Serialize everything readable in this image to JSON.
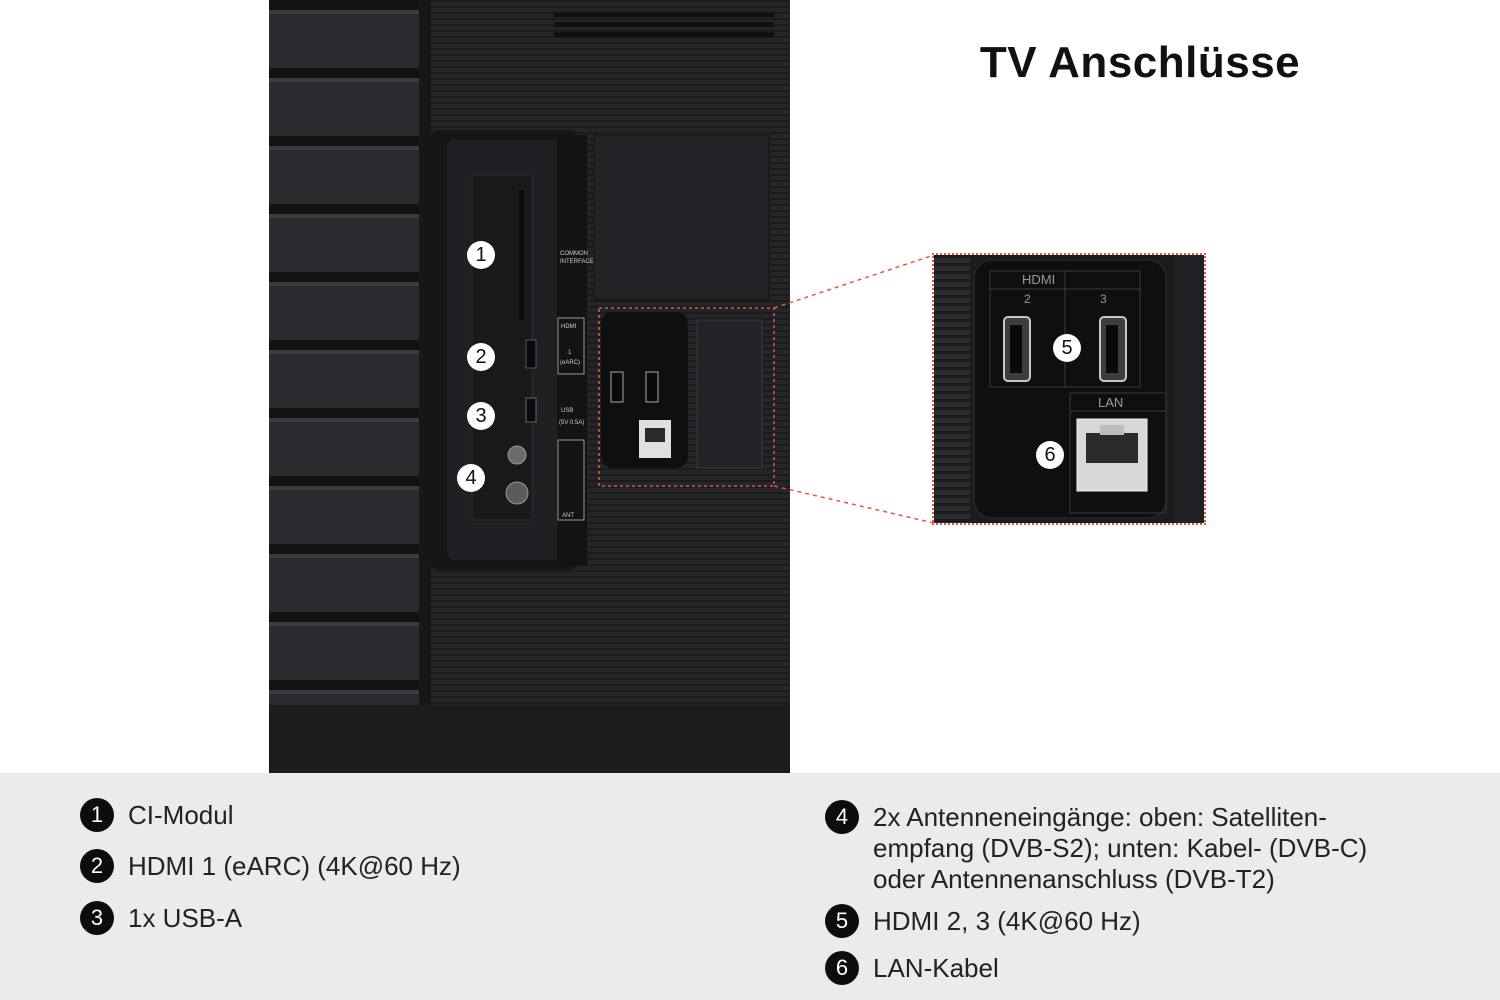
{
  "title": "TV Anschlüsse",
  "photo_markers": [
    "1",
    "2",
    "3",
    "4"
  ],
  "zoom_markers": [
    "5",
    "6"
  ],
  "port_panel_labels": {
    "common_interface": "COMMON INTERFACE",
    "hdmi1": "HDMI",
    "hdmi1_num": "1",
    "earc": "(eARC)",
    "usb": "USB",
    "usb_power": "(5V 0.5A)",
    "ant": "ANT"
  },
  "zoom_labels": {
    "hdmi": "HDMI",
    "hdmi2": "2",
    "hdmi3": "3",
    "lan": "LAN"
  },
  "legend": [
    {
      "num": "1",
      "text": "CI-Modul"
    },
    {
      "num": "2",
      "text": "HDMI 1 (eARC) (4K@60 Hz)"
    },
    {
      "num": "3",
      "text": "1x USB-A"
    },
    {
      "num": "4",
      "text": "2x Antenneneingänge: oben: Satelliten-\nempfang (DVB-S2); unten: Kabel- (DVB-C)\noder Antennenanschluss (DVB-T2)"
    },
    {
      "num": "5",
      "text": "HDMI 2, 3 (4K@60 Hz)"
    },
    {
      "num": "6",
      "text": "LAN-Kabel"
    }
  ],
  "colors": {
    "tv_body": "#1e1f21",
    "legend_bg": "#ebebeb",
    "highlight": "#e3593d"
  }
}
